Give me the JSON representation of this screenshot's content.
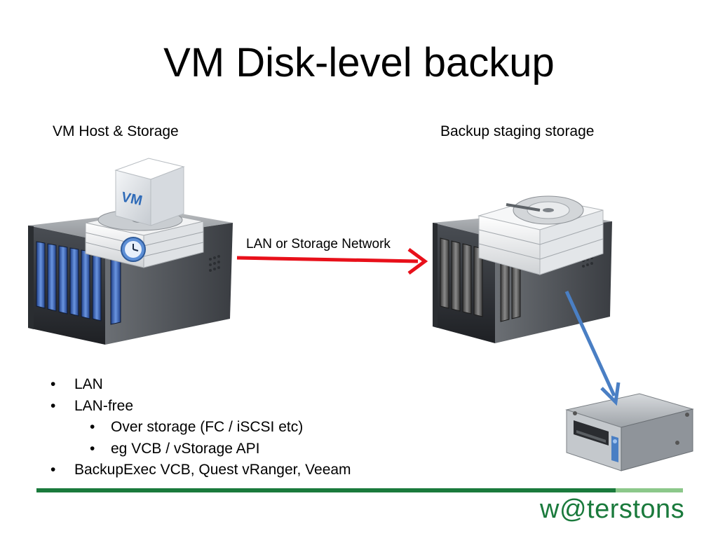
{
  "slide": {
    "title": "VM Disk-level backup",
    "left_label": "VM Host & Storage",
    "right_label": "Backup staging storage",
    "network_label": "LAN or Storage Network",
    "vm_box_label": "VM",
    "bullets": [
      {
        "text": "LAN"
      },
      {
        "text": "LAN-free",
        "children": [
          "Over storage (FC / iSCSI etc)",
          "eg VCB / vStorage API"
        ]
      },
      {
        "text": "BackupExec VCB, Quest vRanger, Veeam"
      }
    ],
    "logo": "w@terstons"
  },
  "colors": {
    "network_arrow": "#e8101a",
    "backup_arrow": "#4a7fc4",
    "footer_dark": "#1a7a3c",
    "footer_light": "#8cc88a"
  },
  "icons": [
    "server-icon",
    "vm-cube-icon",
    "clock-icon",
    "hard-disk-icon",
    "tape-drive-icon"
  ]
}
